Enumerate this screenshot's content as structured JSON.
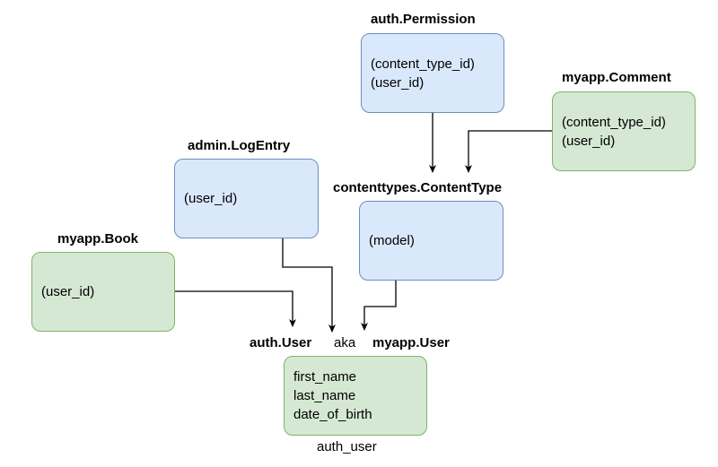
{
  "diagram": {
    "nodes": {
      "permission": {
        "title": "auth.Permission",
        "fields": [
          "(content_type_id)",
          "(user_id)"
        ],
        "color": "#dae8fc"
      },
      "comment": {
        "title": "myapp.Comment",
        "fields": [
          "(content_type_id)",
          "(user_id)"
        ],
        "color": "#d5e8d4"
      },
      "logentry": {
        "title": "admin.LogEntry",
        "fields": [
          "(user_id)"
        ],
        "color": "#dae8fc"
      },
      "contenttype": {
        "title": "contenttypes.ContentType",
        "fields": [
          "(model)"
        ],
        "color": "#dae8fc"
      },
      "book": {
        "title": "myapp.Book",
        "fields": [
          "(user_id)"
        ],
        "color": "#d5e8d4"
      },
      "user": {
        "title_auth": "auth.User",
        "aka": "aka",
        "title_myapp": "myapp.User",
        "fields": [
          "first_name",
          "last_name",
          "date_of_birth"
        ],
        "table_name": "auth_user",
        "color": "#d5e8d4"
      }
    },
    "edges": [
      {
        "from": "permission",
        "to": "contenttype"
      },
      {
        "from": "comment",
        "to": "contenttype"
      },
      {
        "from": "book",
        "to": "user"
      },
      {
        "from": "logentry",
        "to": "user"
      },
      {
        "from": "contenttype",
        "to": "user"
      }
    ],
    "colors": {
      "blue_fill": "#dae8fc",
      "blue_stroke": "#6c8ebf",
      "green_fill": "#d5e8d4",
      "green_stroke": "#82b366",
      "edge": "#000000"
    }
  }
}
